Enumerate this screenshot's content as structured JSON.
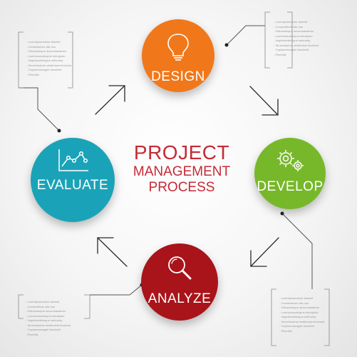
{
  "title": {
    "line1": "PROJECT",
    "line2": "MANAGEMENT",
    "line3": "PROCESS"
  },
  "stages": {
    "design": {
      "label": "DESIGN",
      "color": "#f0781a",
      "icon": "lightbulb-icon"
    },
    "develop": {
      "label": "DEVELOP",
      "color": "#77b82a",
      "icon": "gears-icon"
    },
    "analyze": {
      "label": "ANALYZE",
      "color": "#a8141a",
      "icon": "magnifier-icon"
    },
    "evaluate": {
      "label": "EVALUATE",
      "color": "#1aa3b8",
      "icon": "line-chart-icon"
    }
  },
  "notes": {
    "lines": [
      "- Loremipsumdolor sitamet",
      "- Consectetuer alie nos",
      "- Tellusneloque accumsanatnes",
      "- Loremcomatnopus tortorjusto",
      "- Vegetiscelerisque sethnorty",
      "- Senectuseme vestibulum tincidunt",
      "- Turpiseemeagret hendrerit",
      "- Pinenitis"
    ]
  }
}
